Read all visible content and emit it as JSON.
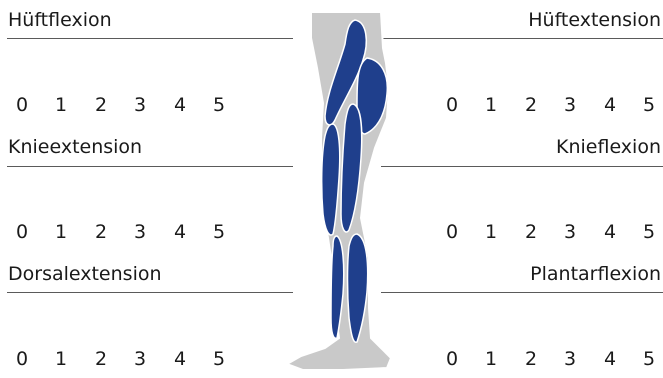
{
  "colors": {
    "muscle": "#1f3f8c",
    "muscle_dark": "#0f2a6a",
    "leg_fill": "#c9c9c9",
    "leg_outline": "#ffffff",
    "rule": "#5a5a5a"
  },
  "figure": {
    "icon": "leg-muscle-anatomy-icon"
  },
  "rows": [
    {
      "left_label": "Hüftflexion",
      "right_label": "Hüftextension"
    },
    {
      "left_label": "Knieextension",
      "right_label": "Knieflexion"
    },
    {
      "left_label": "Dorsalextension",
      "right_label": "Plantarflexion"
    }
  ],
  "scale": [
    "0",
    "1",
    "2",
    "3",
    "4",
    "5"
  ]
}
